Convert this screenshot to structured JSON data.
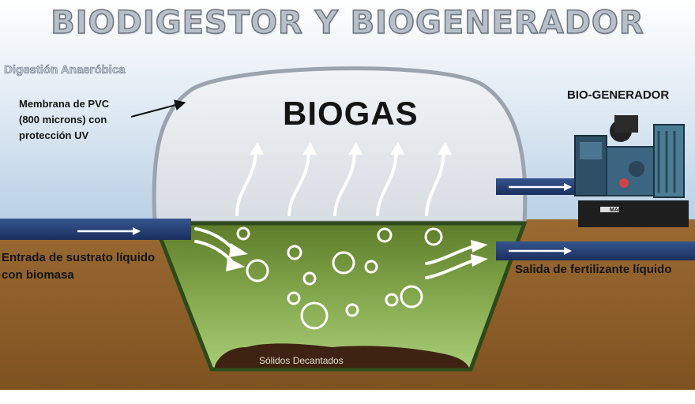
{
  "title": "BIODIGESTOR Y BIOGENERADOR",
  "subtitle": "Digestión Anaeróbica",
  "membrane_label": {
    "line1": "Membrana de PVC",
    "line2": "(800 microns) con",
    "line3": "protección UV"
  },
  "biogas_label": "BIOGAS",
  "generator_label": "BIO-GENERADOR",
  "generator_brand": "MAN",
  "input_label": {
    "line1": "Entrada de sustrato líquido",
    "line2": "con biomasa"
  },
  "output_label": "Salida de fertilizante líquido",
  "sediment_label": "Sólidos Decantados",
  "colors": {
    "sky": "#c9dcec",
    "soil": "#a6753a",
    "slurry": "#8fb35a",
    "dome": "#e6e9ee",
    "pipe": "#23407c",
    "sediment": "#3e2312"
  }
}
